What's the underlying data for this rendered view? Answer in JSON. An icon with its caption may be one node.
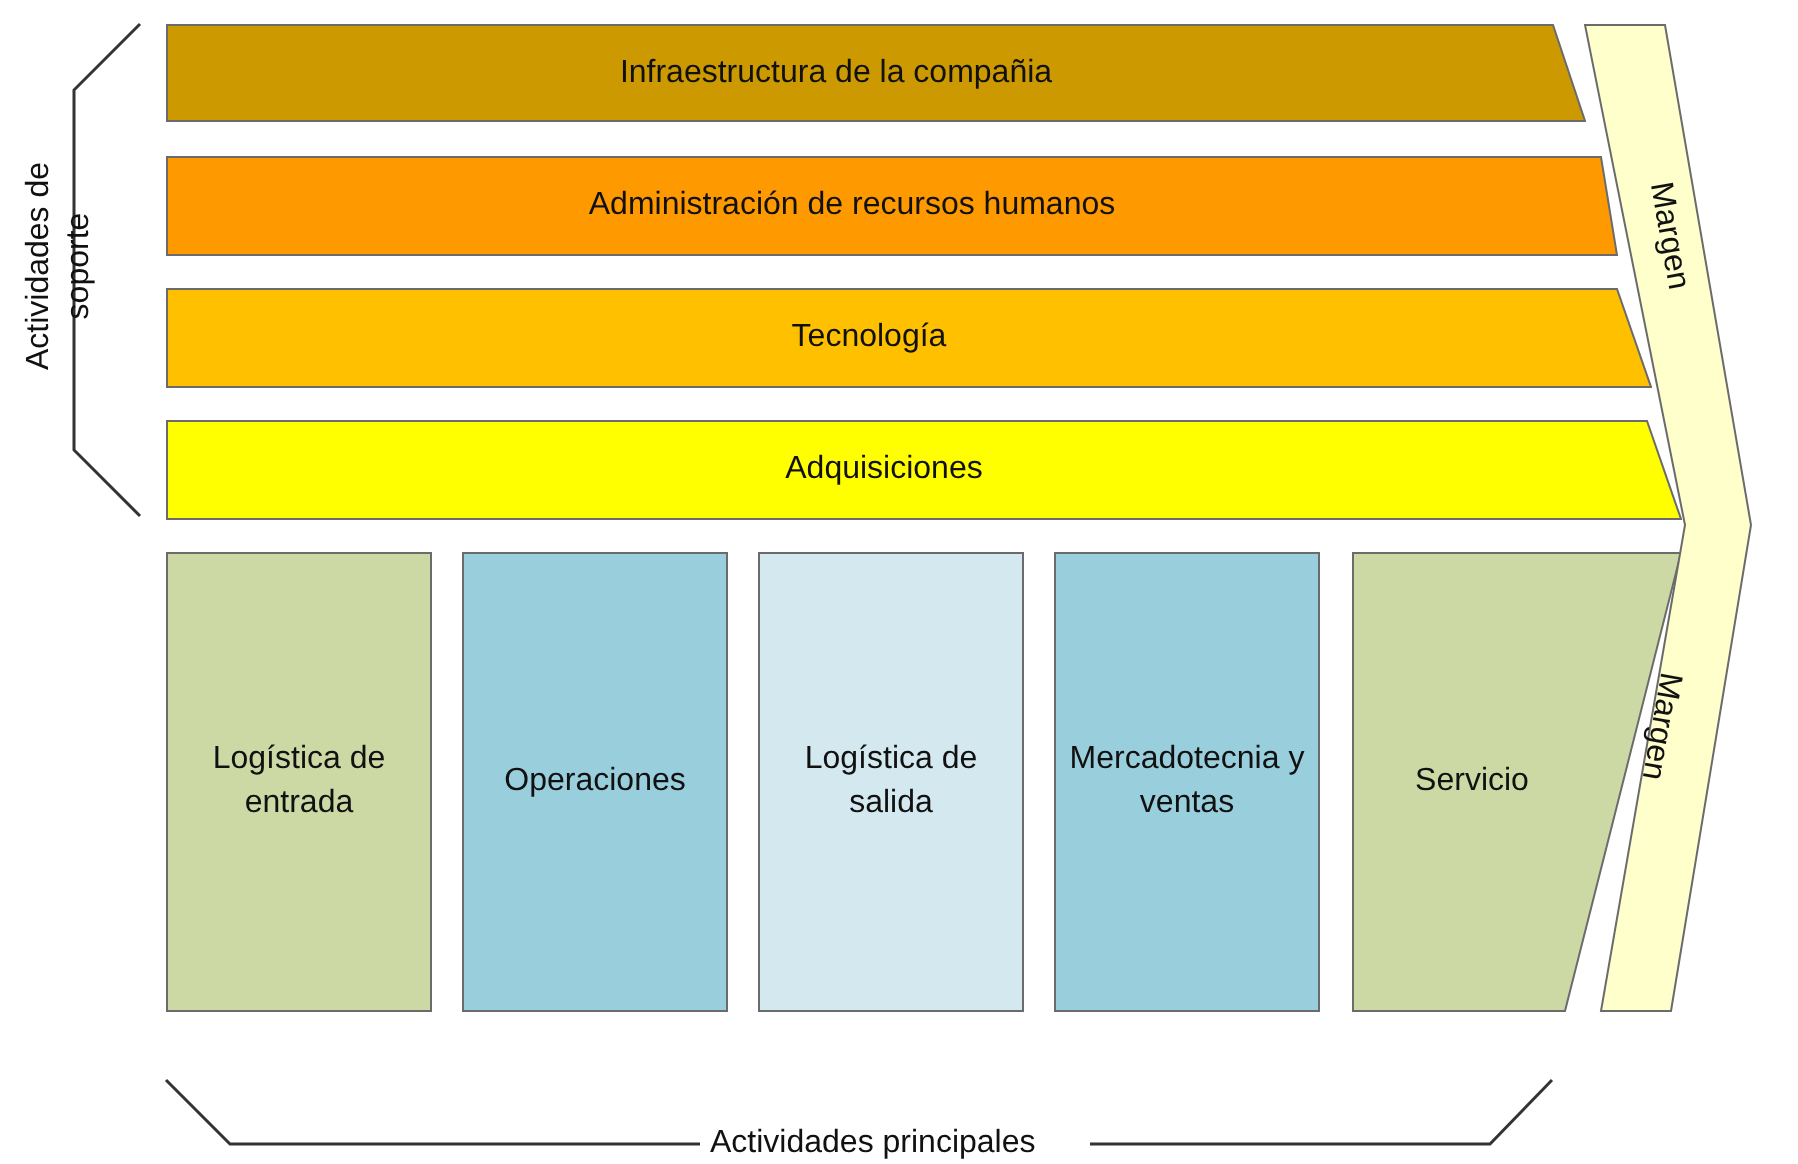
{
  "diagram": {
    "nodes": [
      {
        "text": [
          "Infraestructura de la compañia"
        ]
      },
      {
        "text": [
          "Administración de recursos humanos"
        ]
      },
      {
        "text": [
          "Tecnología"
        ]
      },
      {
        "text": [
          "Adquisiciones"
        ]
      },
      {
        "text": [
          "Logística de entrada"
        ]
      },
      {
        "text": [
          "Operaciones"
        ]
      },
      {
        "text": [
          "Logística de salida"
        ]
      },
      {
        "text": [
          "Mercadotecnia y ventas"
        ]
      },
      {
        "text": [
          "Servicio"
        ]
      },
      {
        "text": [
          "Margen",
          "Margen"
        ]
      }
    ],
    "edges": [],
    "labels": [
      "Actividades de soporte",
      "Actividades principales"
    ]
  }
}
